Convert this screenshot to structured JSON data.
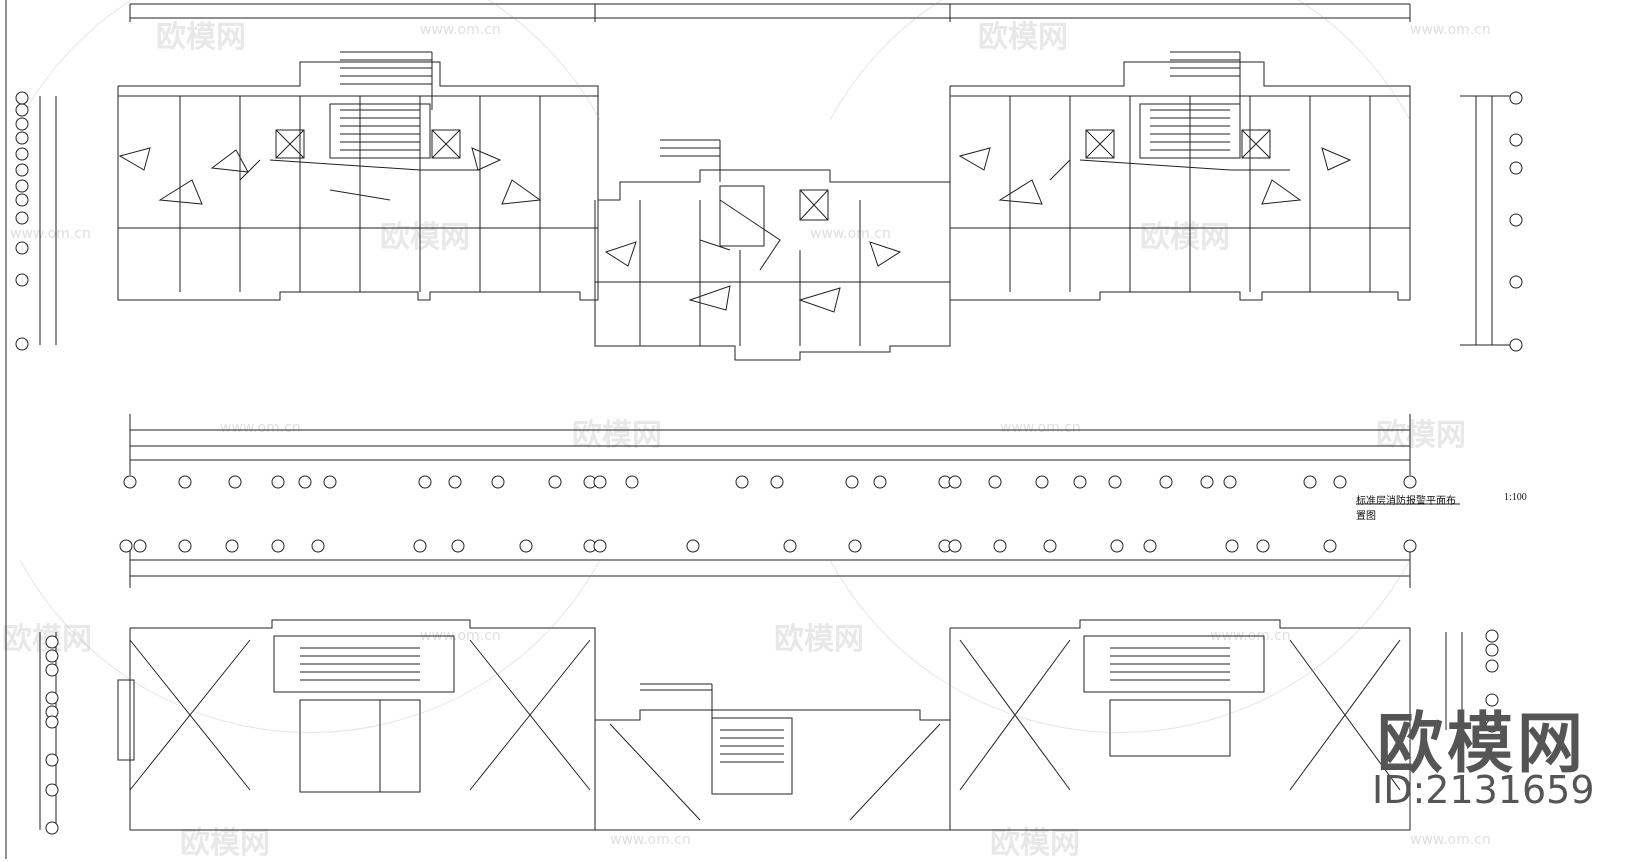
{
  "drawing": {
    "title": "标准层消防报警平面布置图",
    "scale": "1:100"
  },
  "brand": {
    "name": "欧模网",
    "id_text": "ID:2131659"
  },
  "watermark": {
    "text": "欧模网",
    "url": "www.om.cn"
  },
  "colors": {
    "line": "#222222",
    "watermark": "#9a9a9a"
  }
}
